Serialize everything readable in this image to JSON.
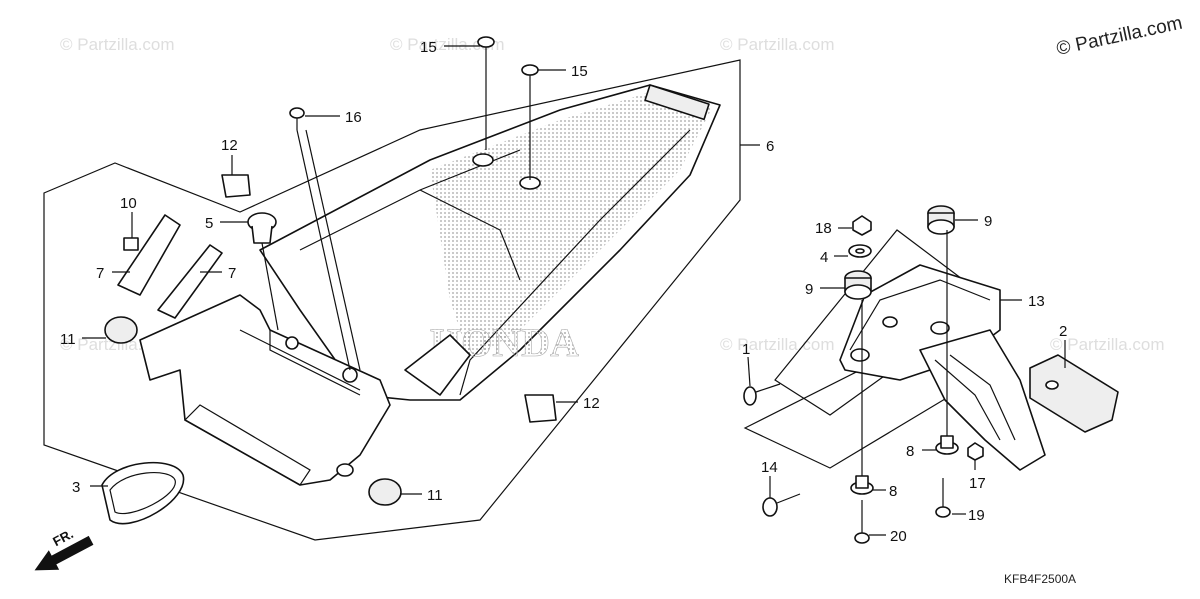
{
  "copyright": "© Partzilla.com",
  "watermark": "© Partzilla.com",
  "diagram_code": "KFB4F2500A",
  "brand_text": "HONDA",
  "front_marker": "FR.",
  "callouts": {
    "c1": "1",
    "c2": "2",
    "c3": "3",
    "c4": "4",
    "c5": "5",
    "c6": "6",
    "c7a": "7",
    "c7b": "7",
    "c8a": "8",
    "c8b": "8",
    "c9a": "9",
    "c9b": "9",
    "c10": "10",
    "c11a": "11",
    "c11b": "11",
    "c12a": "12",
    "c12b": "12",
    "c13": "13",
    "c14": "14",
    "c15a": "15",
    "c15b": "15",
    "c16": "16",
    "c17": "17",
    "c18": "18",
    "c19": "19",
    "c20": "20"
  }
}
